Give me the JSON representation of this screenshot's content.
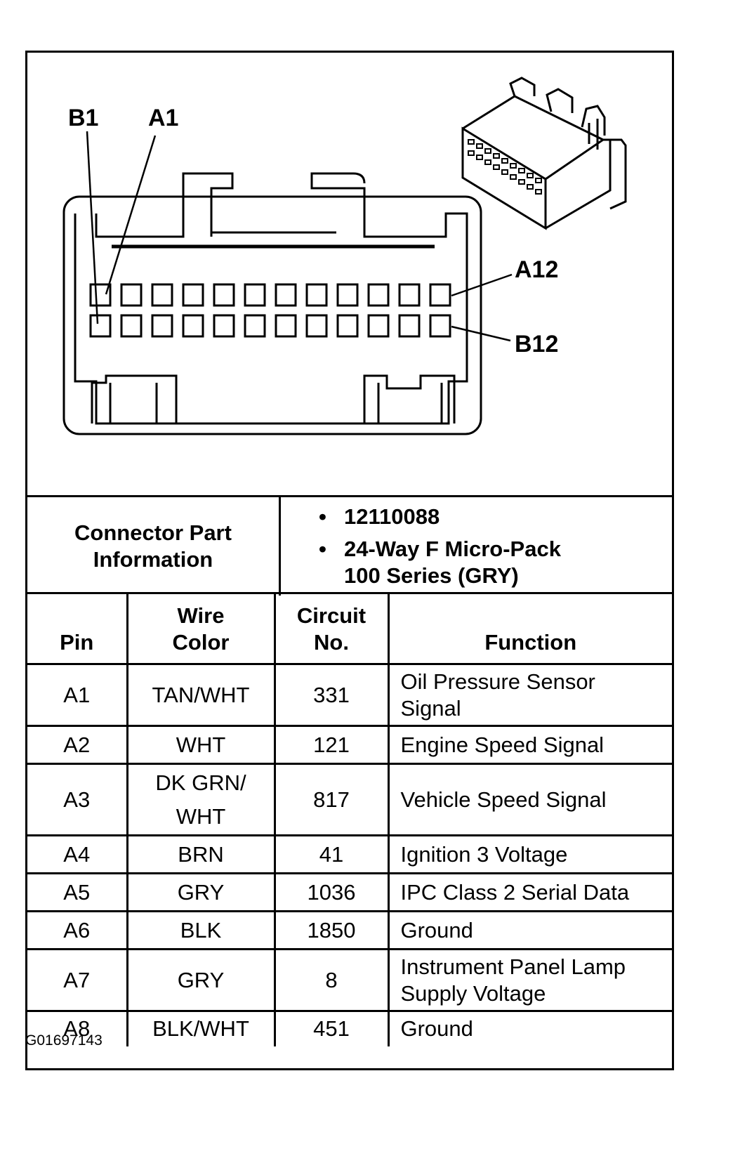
{
  "diagram": {
    "callouts": {
      "b1": "B1",
      "a1": "A1",
      "a12": "A12",
      "b12": "B12"
    }
  },
  "connector_info": {
    "label_lines": [
      "Connector Part",
      "Information"
    ],
    "part_number": "12110088",
    "description_lines": [
      "24-Way F Micro-Pack",
      "100 Series (GRY)"
    ]
  },
  "pin_table": {
    "headers": {
      "pin": [
        "Pin"
      ],
      "wire_color": [
        "Wire",
        "Color"
      ],
      "circuit_no": [
        "Circuit",
        "No."
      ],
      "function": [
        "Function"
      ]
    },
    "rows": [
      {
        "pin": "A1",
        "wire_color": [
          "TAN/WHT"
        ],
        "circuit": "331",
        "function": [
          "Oil Pressure Sensor",
          "Signal"
        ]
      },
      {
        "pin": "A2",
        "wire_color": [
          "WHT"
        ],
        "circuit": "121",
        "function": [
          "Engine Speed Signal"
        ]
      },
      {
        "pin": "A3",
        "wire_color": [
          "DK GRN/",
          "WHT"
        ],
        "circuit": "817",
        "function": [
          "Vehicle Speed Signal"
        ]
      },
      {
        "pin": "A4",
        "wire_color": [
          "BRN"
        ],
        "circuit": "41",
        "function": [
          "Ignition 3 Voltage"
        ]
      },
      {
        "pin": "A5",
        "wire_color": [
          "GRY"
        ],
        "circuit": "1036",
        "function": [
          "IPC Class 2 Serial Data"
        ]
      },
      {
        "pin": "A6",
        "wire_color": [
          "BLK"
        ],
        "circuit": "1850",
        "function": [
          "Ground"
        ]
      },
      {
        "pin": "A7",
        "wire_color": [
          "GRY"
        ],
        "circuit": "8",
        "function": [
          "Instrument Panel Lamp",
          "Supply Voltage"
        ]
      },
      {
        "pin": "A8",
        "wire_color": [
          "BLK/WHT"
        ],
        "circuit": "451",
        "function": [
          "Ground"
        ]
      }
    ]
  },
  "footer": {
    "doc_id": "G01697143"
  }
}
